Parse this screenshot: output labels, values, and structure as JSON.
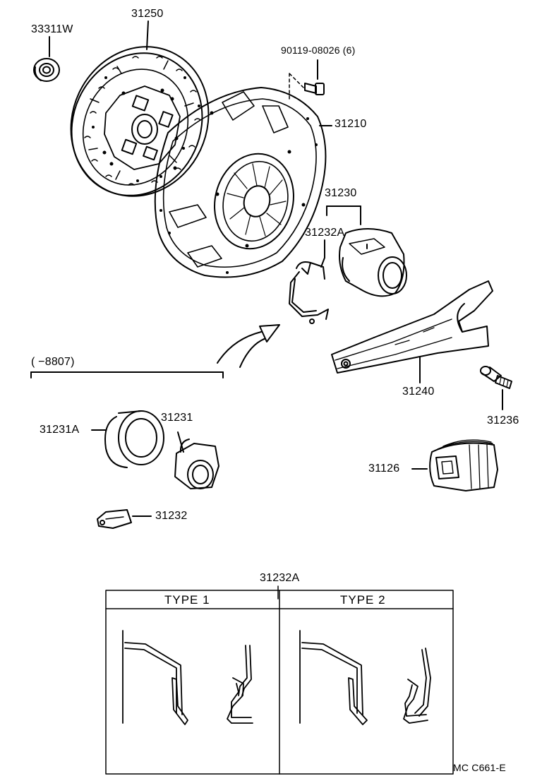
{
  "parts": {
    "p33311w": "33311W",
    "p31250": "31250",
    "p90119": "90119-08026 (6)",
    "p31210": "31210",
    "p31230": "31230",
    "p31232a": "31232A",
    "p8807": "(      −8807)",
    "p31240": "31240",
    "p31236": "31236",
    "p31231a": "31231A",
    "p31231": "31231",
    "p31126": "31126",
    "p31232": "31232"
  },
  "detail_table": {
    "title": "31232A",
    "col1": "TYPE  1",
    "col2": "TYPE  2"
  },
  "footer": {
    "code": "MC  C661-E"
  }
}
